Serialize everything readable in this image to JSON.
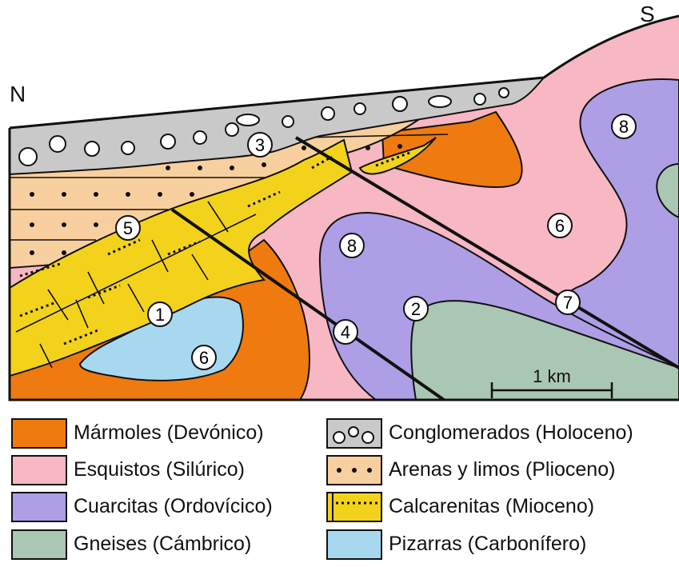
{
  "compass": {
    "north": "N",
    "south": "S"
  },
  "scale_bar": {
    "label": "1 km"
  },
  "markers": [
    "1",
    "2",
    "3",
    "4",
    "5",
    "6",
    "6",
    "7",
    "8",
    "8"
  ],
  "colors": {
    "marble": "#ee7a10",
    "schist": "#f7b7c3",
    "quartzite": "#ae9ee6",
    "gneiss": "#a9c7b3",
    "conglomerate": "#c9c9c9",
    "sand": "#f8cf9e",
    "calcarenite": "#f3d21c",
    "slate": "#a8d8f0"
  },
  "legend": [
    {
      "label": "Mármoles (Devónico)",
      "color": "#ee7a10",
      "pattern": "solid"
    },
    {
      "label": "Esquistos (Silúrico)",
      "color": "#f7b7c3",
      "pattern": "solid"
    },
    {
      "label": "Cuarcitas (Ordovícico)",
      "color": "#ae9ee6",
      "pattern": "solid"
    },
    {
      "label": "Gneises (Cámbrico)",
      "color": "#a9c7b3",
      "pattern": "solid"
    },
    {
      "label": "Conglomerados (Holoceno)",
      "color": "#c9c9c9",
      "pattern": "circles"
    },
    {
      "label": "Arenas y limos (Plioceno)",
      "color": "#f8cf9e",
      "pattern": "dots"
    },
    {
      "label": "Calcarenitas (Mioceno)",
      "color": "#f3d21c",
      "pattern": "dashes"
    },
    {
      "label": "Pizarras (Carbonífero)",
      "color": "#a8d8f0",
      "pattern": "solid"
    }
  ]
}
